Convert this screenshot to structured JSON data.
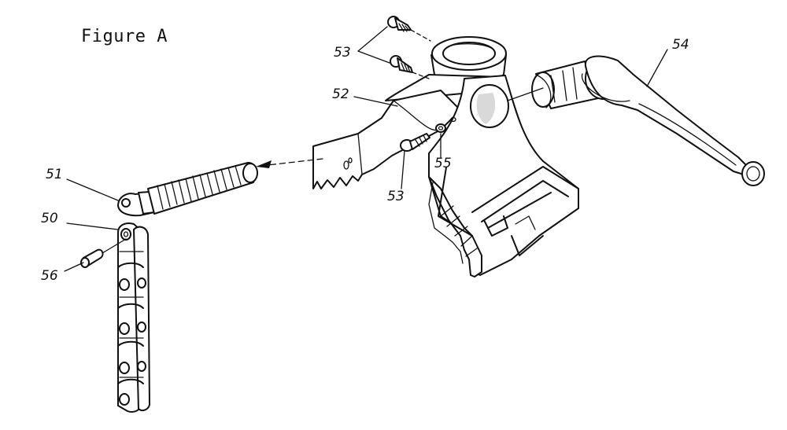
{
  "figure": {
    "title": "Figure A"
  },
  "callouts": {
    "c50": "50",
    "c51": "51",
    "c52": "52",
    "c53_top": "53",
    "c53_lower": "53",
    "c54": "54",
    "c55": "55",
    "c56": "56"
  },
  "parts": [
    {
      "id": "50",
      "name": "roller-chain"
    },
    {
      "id": "51",
      "name": "chain-bolt"
    },
    {
      "id": "52",
      "name": "vise-body"
    },
    {
      "id": "53",
      "name": "cap-screw"
    },
    {
      "id": "54",
      "name": "handle"
    },
    {
      "id": "55",
      "name": "washer"
    },
    {
      "id": "56",
      "name": "chain-pin"
    }
  ]
}
